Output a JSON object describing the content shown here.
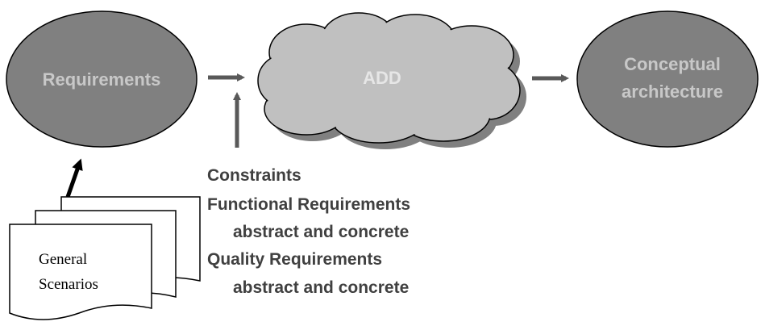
{
  "nodes": {
    "requirements": {
      "label": "Requirements"
    },
    "add": {
      "label": "ADD"
    },
    "conceptual_architecture": {
      "lines": [
        "Conceptual",
        "architecture"
      ]
    }
  },
  "documents": {
    "general_scenarios": {
      "lines": [
        "General",
        "Scenarios"
      ]
    }
  },
  "inputs": {
    "lines": [
      "Constraints",
      "Functional Requirements",
      "abstract and concrete",
      "Quality Requirements",
      "abstract and concrete"
    ]
  },
  "colors": {
    "node_fill": "#808080",
    "node_text": "#c8c8c8",
    "cloud_fill": "#c0c0c0",
    "cloud_shadow": "#808080",
    "arrow_gray": "#595959",
    "arrow_black": "#000000",
    "input_text": "#404040"
  }
}
